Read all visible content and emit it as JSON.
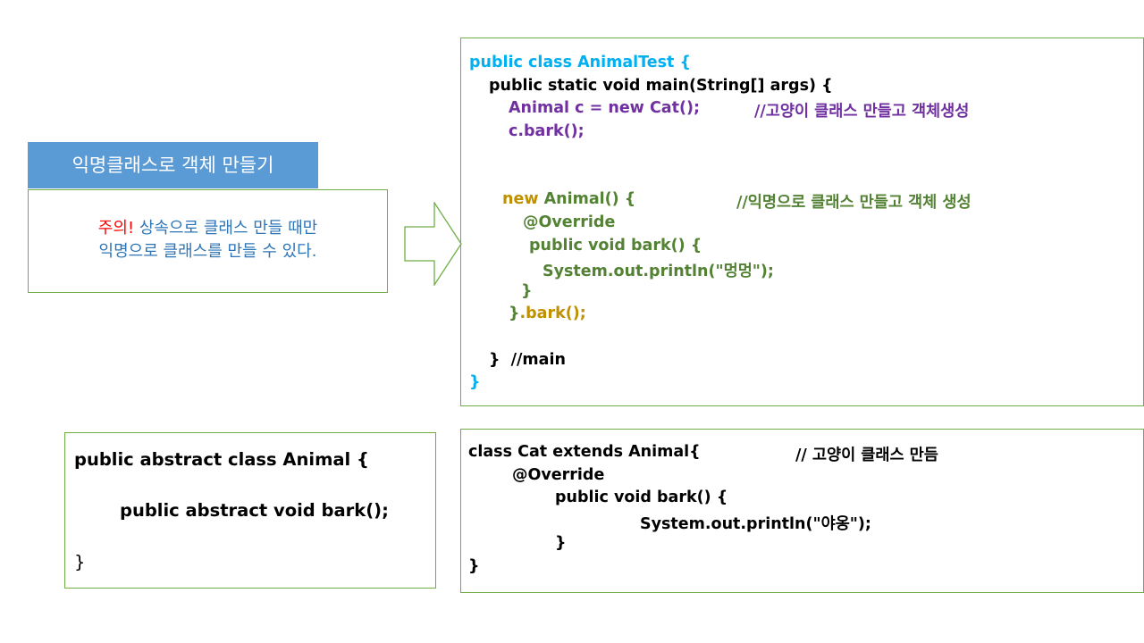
{
  "title_box": {
    "text": "익명클래스로 객체 만들기"
  },
  "note": {
    "warning": "주의!",
    "line1_rest": " 상속으로 클래스 만들 때만",
    "line2": "익명으로 클래스를 만들 수 있다."
  },
  "main_code": {
    "l1": "public class AnimalTest {",
    "l2": "public static void main(String[] args) {",
    "l3": "Animal c = new Cat();",
    "l3_comment": "//고양이 클래스 만들고 객체생성",
    "l4": "c.bark();",
    "l5_new": "new",
    "l5_rest": " Animal() {",
    "l5_comment": "//익명으로 클래스 만들고 객체 생성",
    "l6": "@Override",
    "l7": "public void bark() {",
    "l8": "System.out.println(\"멍멍\");",
    "l9": "}",
    "l10_brace": "}",
    "l10_call": ".bark();",
    "l11": "}  //main",
    "l12": "}"
  },
  "animal_code": {
    "l1": "public abstract class Animal {",
    "l2": "public abstract void bark();",
    "l3": "}"
  },
  "cat_code": {
    "l1": "class Cat extends Animal{",
    "l1_comment": "// 고양이 클래스 만듬",
    "l2": "@Override",
    "l3": "public void bark() {",
    "l4": "System.out.println(\"야옹\");",
    "l5": "}",
    "l6": "}"
  },
  "colors": {
    "title_bg": "#5b9bd5",
    "border": "#70ad47",
    "keyword_blue": "#00b0f0",
    "purple": "#7030a0",
    "gold": "#bf9000",
    "green": "#548235",
    "warning_red": "#ff0000"
  },
  "icons": {
    "arrow": "right-arrow-outline"
  }
}
